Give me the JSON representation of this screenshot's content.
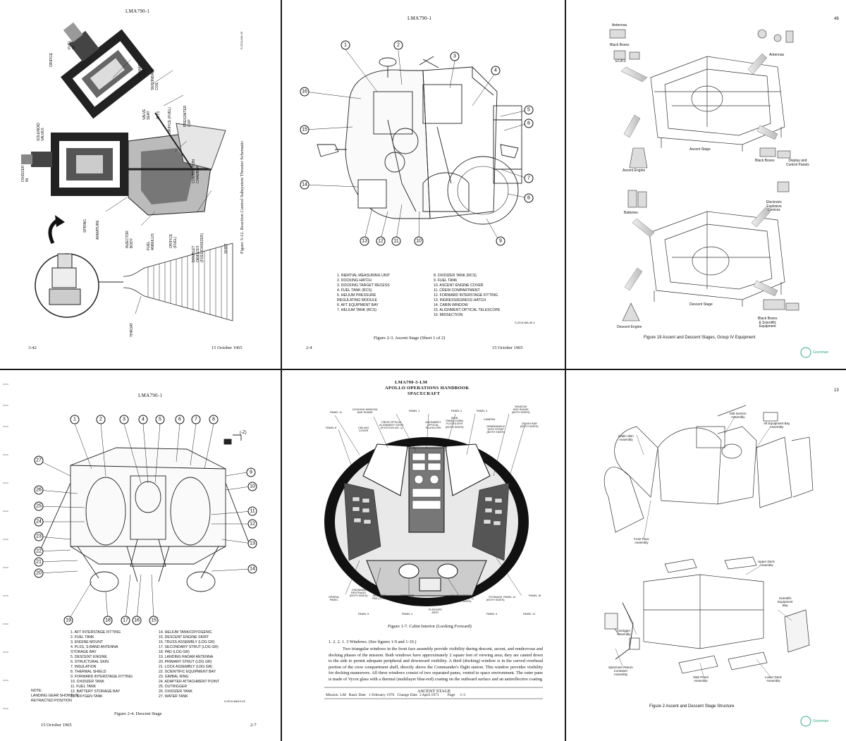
{
  "page1": {
    "header": "LMA790-1",
    "figure_caption": "Figure 3-12. Reaction Control Subsystem Thruster Schematic",
    "ref_code": "S-2D1LMA-15",
    "footer_left": "3-42",
    "footer_right": "15 October 1965",
    "labels": {
      "fuel_in": "FUEL\nIN",
      "orifice": "ORIFICE",
      "primary_coil": "PRIMARY\nCOIL",
      "secondary_coil": "SECONDARY\nCOIL",
      "solenoid_valves": "SOLENOID\nVALVES",
      "valve_seat": "VALVE\nSEAT",
      "jets": "JETS",
      "orifice_fuel": "ORIFICE (FUEL)",
      "preigniter_cup": "PREIGNITER\nCUP",
      "oxidizer_in": "OXIDIZER\nIN",
      "combustion_chamber": "COMBUSTION\nCHAMBER",
      "spring": "SPRING",
      "armature": "ARMATURE",
      "injector_body": "INJECTOR\nBODY",
      "fuel_annulus": "FUEL\nANNULUS",
      "orifice_fuel2": "ORIFICE\n(FUEL)",
      "doublet_orifices": "DOUBLET\nORIFICES\n(FUEL/OXIDIZER)",
      "skirt": "SKIRT",
      "throat": "THROAT"
    }
  },
  "page2": {
    "header": "LMA790-1",
    "figure_caption": "Figure 2-3. Ascent Stage (Sheet 1 of 2)",
    "ref_code": "S-2D1LMA-39-1",
    "footer_left": "2-4",
    "footer_right": "15 October 1965",
    "legend_left": [
      "1. INERTIAL MEASURING UNIT",
      "2. DOCKING HATCH",
      "3. DOCKING TARGET RECESS",
      "4. FUEL TANK (RCS)",
      "5. HELIUM PRESSURE",
      "    REGULATING MODULE",
      "6. AFT EQUIPMENT BAY",
      "7. HELIUM TANK (RCS)"
    ],
    "legend_right": [
      "8. OXIDIZER TANK (RCS)",
      "9. FUEL TANK",
      "10. ASCENT ENGINE COVER",
      "11. CREW COMPARTMENT",
      "12. FORWARD INTERSTAGE FITTING",
      "13. INGRESS/EGRESS HATCH",
      "14. CABIN WINDOW",
      "15. ALIGNMENT OPTICAL TELESCOPE",
      "16. MIDSECTION"
    ]
  },
  "page3": {
    "page_number": "48",
    "figure_caption": "Figure 19   Ascent and Descent Stages, Group IV Equipment",
    "labels": {
      "antennas_top": "Antennas",
      "black_boxes_top": "Black Boxes",
      "ecas": "ECA'S",
      "antennas_right": "Antennas",
      "ascent_stage": "Ascent Stage",
      "ascent_engine": "Ascent Engine",
      "black_boxes_mid": "Black Boxes",
      "display_panels": "Display and\nControl Panels",
      "batteries": "Batteries",
      "explosive_devices": "Electronic\nExplosive\nDevices",
      "descent_stage": "Descent Stage",
      "descent_engine": "Descent Engine",
      "black_boxes_sci": "Black Boxes\n& Scientific\nEquipment"
    },
    "logo_text": "Grumman"
  },
  "page4": {
    "header": "LMA790-1",
    "figure_caption": "Figure 2-4. Descent Stage",
    "ref_code": "S-2D1LMA10-42",
    "footer_left": "15 October 1965",
    "footer_right": "2-7",
    "axis_label": "(-Z)",
    "legend_left": [
      "1. AFT INTERSTAGE FITTING",
      "2. FUEL TANK",
      "3. ENGINE MOUNT",
      "4. PLSS, S-BAND ANTENNA",
      "    STORAGE BAY",
      "5. DESCENT ENGINE",
      "6. STRUCTURAL SKIN",
      "7. INSULATION",
      "8. THERMAL SHIELD",
      "9. FORWARD INTERSTAGE FITTING",
      "10. OXIDIZER TANK",
      "11. FUEL TANK",
      "12. BATTERY STORAGE BAY",
      "13. OXYGEN TANK"
    ],
    "legend_right": [
      "14. HELIUM TANK/CRYOGENIC",
      "15. DESCENT ENGINE SKIRT",
      "16. TRUSS ASSEMBLY (LDG GR)",
      "17. SECONDARY STRUT (LDG GR)",
      "18. PAD (LDG GR)",
      "19. LANDING RADAR ANTENNA",
      "20. PRIMARY STRUT (LDG GR)",
      "21. LOCK ASSEMBLY (LDG GR)",
      "22. SCIENTIFIC EQUIPMENT BAY",
      "23. GIMBAL RING",
      "24. ADAPTER ATTACHMENT POINT",
      "25. OUTRIGGER",
      "26. OXIDIZER TANK",
      "27. WATER TANK"
    ],
    "note": "NOTE:\nLANDING GEAR SHOWN IN\nRETRACTED POSITION"
  },
  "page5": {
    "header1": "LMA790-3-LM",
    "header2": "APOLLO OPERATIONS HANDBOOK",
    "header3": "SPACECRAFT",
    "figure_caption": "Figure 1-7. Cabin Interior (Looking Forward)",
    "section_heading": "1. 2. 2. 1. 3     Windows.   (See figures 1-9 and 1-10.)",
    "paragraph": "Two triangular windows in the front face assembly provide visibility during descent, ascent, and rendezvous and docking phases of the mission. Both windows have approximately 2 square feet of viewing area; they are canted down to the side to permit adequate peripheral and downward visibility. A third (docking) window is in the curved overhead portion of the crew compartment shell, directly above the Commander's flight station. This window provides visibility for docking maneuvers. All three windows consist of two separated panes, vented to space environment. The outer pane is made of Vycor glass with a thermal (multilayer blue-red) coating on the outboard surface and an antireflective coating",
    "footer_stage": "ASCENT STAGE",
    "footer_line": "Mission  LM   Basic Date   1 February 1970   Change Date  3 April 1971         Page     1-3",
    "labels": {
      "panel11": "PANEL 11",
      "panel8": "PANEL 8",
      "docking_window": "DOCKING WINDOW\nAND SHADE",
      "ceiling_cover": "CEILING\nCOVER",
      "crew_optical": "CREW OPTICAL\nALIGNMENT SIGHT\n(POSITION NO. 1)",
      "panel1": "PANEL 1",
      "alignment_telescope": "ALIGNMENT\nOPTICAL\nTELESCOPE",
      "panel2": "PANEL 2",
      "main_panel": "MAIN\nPANEL/CABIN\nFLOODLIGHT\n(BOTH SIDES)",
      "panel3": "PANEL 3",
      "camera": "CAMERA",
      "grabhandle": "GRABHANDLE\nWITH STRAP\n(BOTH SIDES)",
      "window_shade": "WINDOW\nAND SHADE\n(BOTH SIDES)",
      "crash_bar": "CRASH BAR\n(BOTH SIDES)",
      "ordeal": "ORDEAL\nPANEL",
      "crewman_restraint": "CREWMAN\nRESTRAINT\n(BOTH SIDES)",
      "panel5": "PANEL 5",
      "mounted_pad": "MOUNTED\nPAD (TRIM)",
      "forward_hatch": "FORWARD\nHATCH",
      "panel4": "PANEL 4",
      "plss": "PLSS/OPS\nASSY",
      "helmet_stowage": "HELMET STOWAGE\n(POSITION NO. 1)\n(BOTH SIDES)",
      "stowage": "STOWAGE\n(BOTH SIDES)",
      "panel6": "PANEL 6",
      "panel14": "PANEL 14",
      "panel16": "PANEL 16",
      "panel12": "PANEL 12"
    }
  },
  "page6": {
    "page_number": "13",
    "figure_caption": "Figure 2   Ascent and Descent Stage Structure",
    "labels": {
      "mid_section": "Mid Section\nAssembly",
      "aft_equipment": "Aft Equipment Bay\nAssembly",
      "cabin_skin": "Cabin Skin\nAssembly",
      "front_face": "Front Face\nAssembly",
      "upper_deck": "Upper Deck\nAssembly",
      "scientific_bay": "Scientific\nEquipment\nBay",
      "outrigger": "Outrigger\nAssembly",
      "specimen_return": "Specimen Return\nContainer\nAssembly",
      "side_panel": "Side Panel\nAssembly",
      "lower_deck": "Lower Deck\nAssembly"
    },
    "logo_text": "Grumman"
  }
}
